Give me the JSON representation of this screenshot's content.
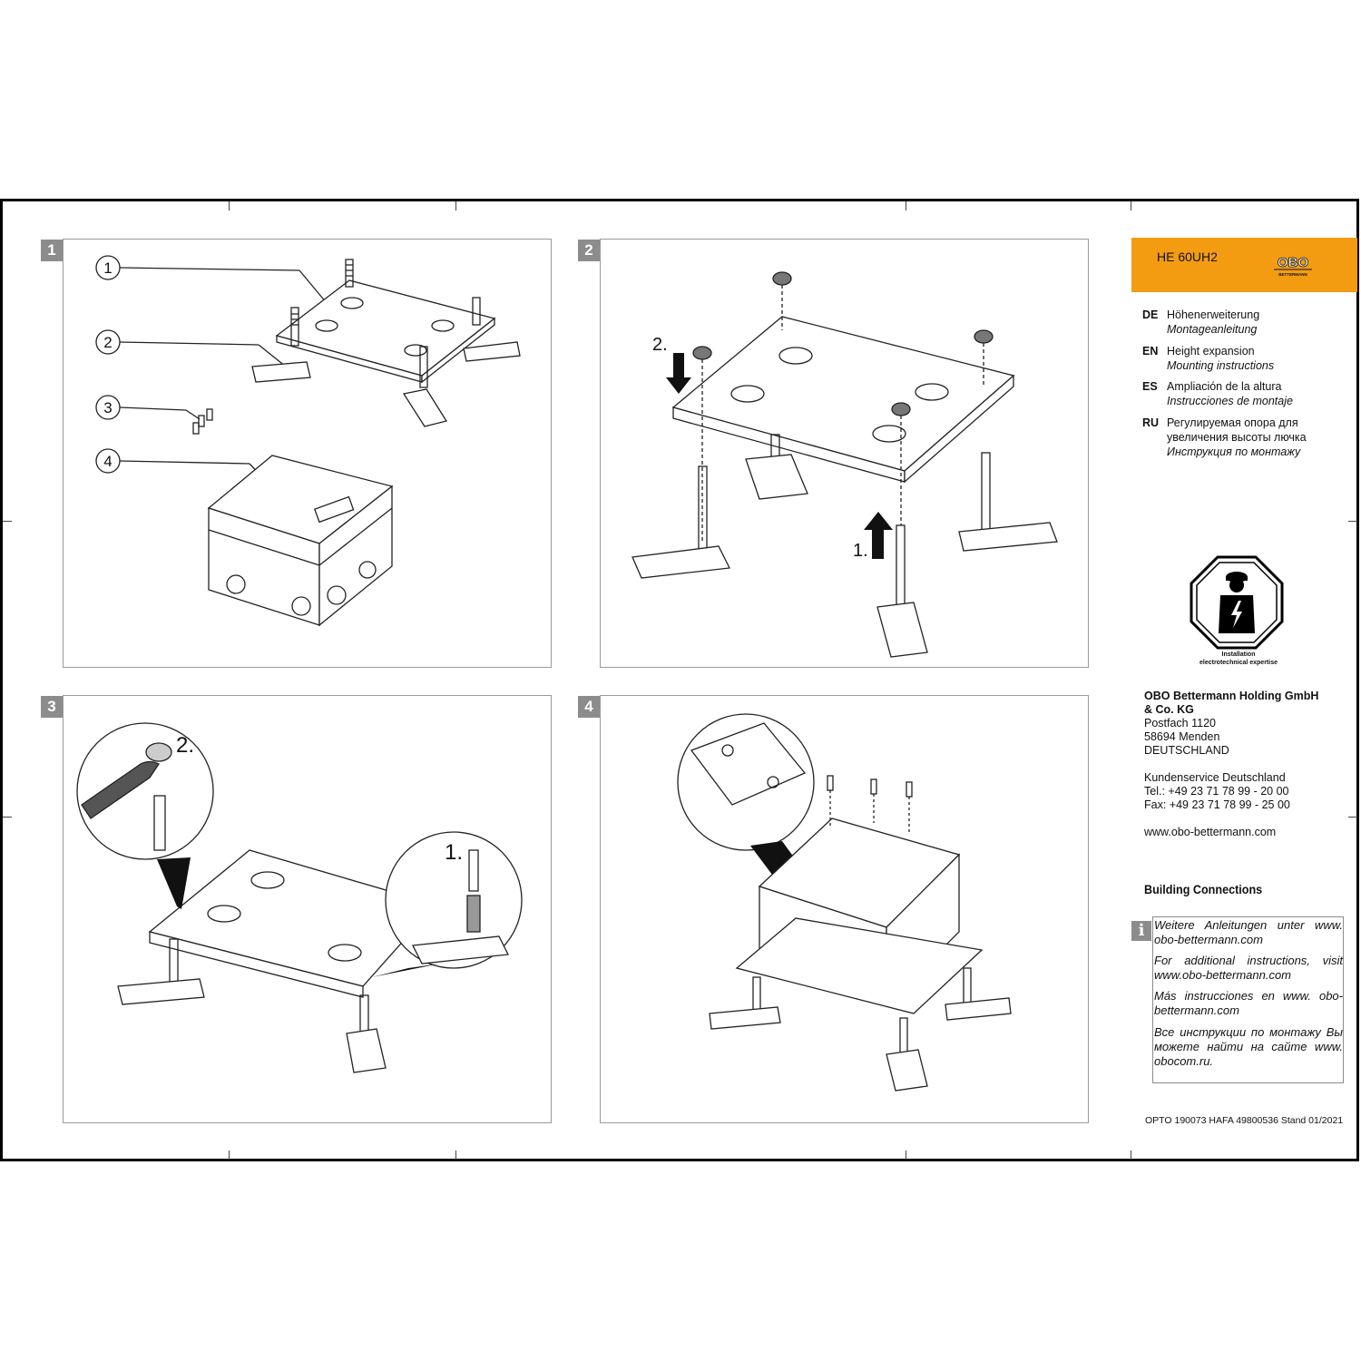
{
  "header": {
    "model": "HE 60UH2",
    "brand": "OBO",
    "brand_sub": "BETTERMANN"
  },
  "languages": [
    {
      "code": "DE",
      "title": "Höhenerweiterung",
      "subtitle": "Montageanleitung"
    },
    {
      "code": "EN",
      "title": "Height expansion",
      "subtitle": "Mounting instructions"
    },
    {
      "code": "ES",
      "title": "Ampliación de la altura",
      "subtitle": "Instrucciones de montaje"
    },
    {
      "code": "RU",
      "title": "Регулируемая опора для",
      "title2": "увеличения высоты лючка",
      "subtitle": "Инструкция по монтажу"
    }
  ],
  "safety": {
    "line1": "Installation",
    "line2": "electrotechnical expertise",
    "icon": "electrician-warning-icon"
  },
  "company": {
    "name1": "OBO Bettermann Holding GmbH",
    "name2": "& Co. KG",
    "postbox": "Postfach 1120",
    "city": "58694 Menden",
    "country": "DEUTSCHLAND",
    "service": "Kundenservice Deutschland",
    "tel": "Tel.: +49 23 71 78 99 - 20 00",
    "fax": "Fax: +49 23 71 78 99 - 25 00",
    "web": "www.obo-bettermann.com"
  },
  "building_connections": "Building Connections",
  "info": {
    "icon": "info-icon",
    "de": "Weitere Anleitungen unter www. obo-bettermann.com",
    "en": "For additional instructions, visit www.obo-bettermann.com",
    "es": "Más instrucciones en www. obo-bettermann.com",
    "ru": "Все инструкции по монтажу Вы можете найти на сайте www. obocom.ru."
  },
  "footer_code": "OPTO 190073 HAFA 49800536 Stand 01/2021",
  "steps": [
    {
      "number": "1",
      "callouts": [
        "1",
        "2",
        "3",
        "4"
      ]
    },
    {
      "number": "2",
      "labels": [
        "2.",
        "1."
      ]
    },
    {
      "number": "3",
      "labels": [
        "2.",
        "1."
      ]
    },
    {
      "number": "4"
    }
  ],
  "colors": {
    "accent": "#f39c12",
    "badge": "#8c8c8c",
    "frame": "#000000"
  }
}
